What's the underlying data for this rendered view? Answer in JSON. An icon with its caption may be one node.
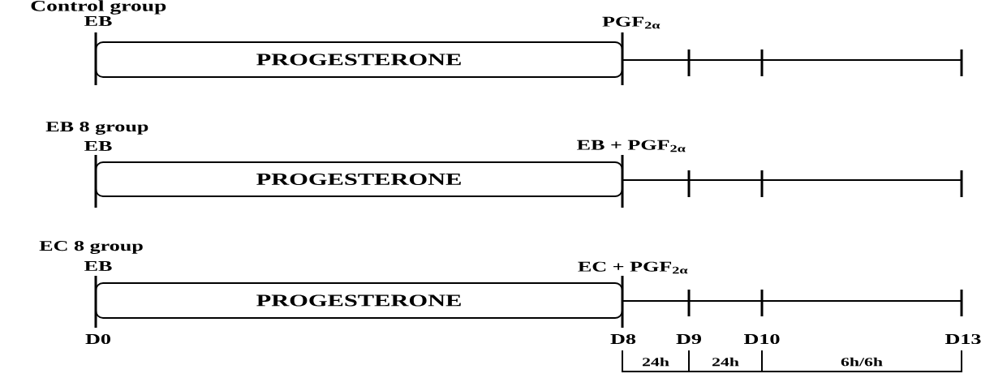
{
  "diagram": {
    "nodes": [
      {
        "text": [
          "PROGESTERONE"
        ]
      },
      {
        "text": [
          "PROGESTERONE"
        ]
      },
      {
        "text": [
          "PROGESTERONE"
        ]
      }
    ],
    "labels": [
      "Control group",
      "EB",
      "PGF$_{2α}$",
      "EB 8 group",
      "EB",
      "EB + PGF$_{2α}$",
      "EC 8 group",
      "EB",
      "EC + PGF$_{2α}$",
      "D0",
      "D8",
      "D9",
      "D10",
      "D13",
      "24h",
      "24h",
      "6h/6h"
    ]
  }
}
